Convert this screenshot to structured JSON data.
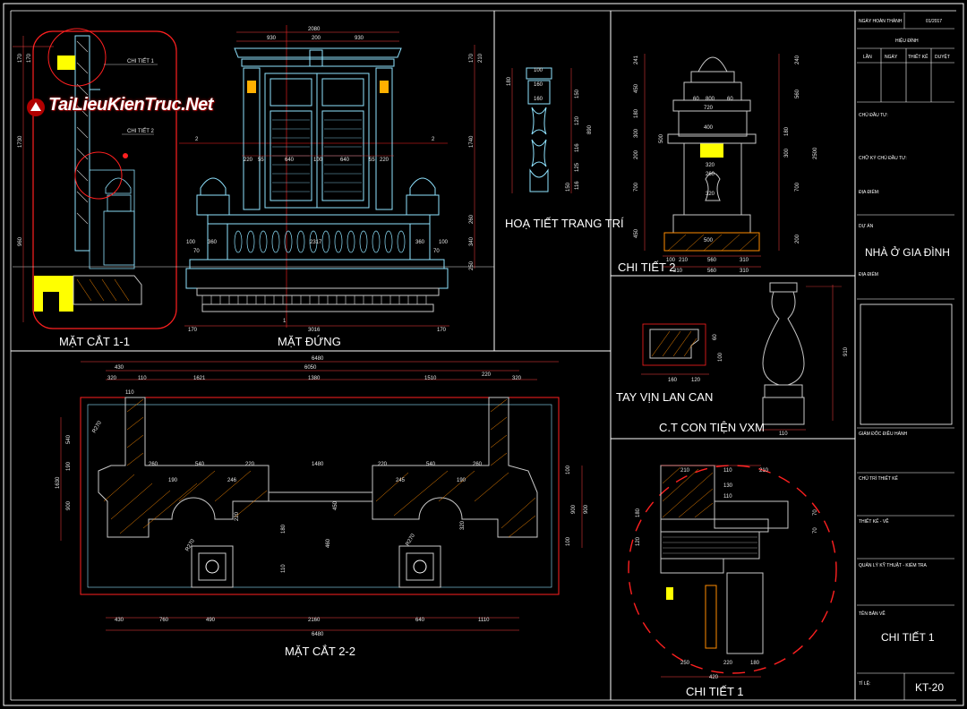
{
  "drawing": {
    "captions": {
      "section_1_1": "MẶT CẮT 1-1",
      "elevation": "MẶT ĐỨNG",
      "ornament": "HOẠ TIẾT TRANG TRÍ",
      "detail_2": "CHI TIẾT 2",
      "handrail": "TAY VỊN LAN CAN",
      "baluster": "C.T CON TIỆN VXM",
      "section_2_2": "MẶT CẮT 2-2",
      "detail_1": "CHI TIẾT 1"
    },
    "callouts": {
      "detail_1": "CHI TIẾT 1",
      "detail_2": "CHI TIẾT 2",
      "axis_a": "2",
      "axis_b": "2",
      "axis_c": "1",
      "axis_d": "1"
    },
    "elevation_dims": {
      "top_total": "2080",
      "top_left": "930",
      "top_mid": "200",
      "top_right": "930",
      "row_a": [
        "220",
        "55",
        "640",
        "100",
        "640",
        "55",
        "220"
      ],
      "right_v": [
        "170",
        "210",
        "1740",
        "260",
        "340",
        "250"
      ],
      "left_v": [
        "100",
        "360",
        "70",
        "360",
        "100",
        "70",
        "2317"
      ],
      "bottom_total": "3016",
      "bottom_left": "170",
      "bottom_right": "170",
      "section_v": [
        "170",
        "170",
        "1730",
        "960"
      ]
    },
    "plan_dims": {
      "top_total": "6480",
      "top_sub": "6050",
      "top_right": "220",
      "top_row": [
        "430",
        "320",
        "110",
        "1621",
        "1380",
        "1510",
        "320"
      ],
      "inner_row": [
        "260",
        "540",
        "220",
        "1480",
        "220",
        "540",
        "260"
      ],
      "inner_row2": [
        "190",
        "246",
        "245",
        "190"
      ],
      "left_v": [
        "540",
        "190",
        "1630",
        "900"
      ],
      "right_v": [
        "100",
        "900",
        "900",
        "100"
      ],
      "radius": [
        "R270",
        "R270",
        "R270"
      ],
      "misc": [
        "110",
        "220",
        "450",
        "180",
        "460",
        "110",
        "320"
      ],
      "bottom_row": [
        "430",
        "760",
        "490",
        "2160",
        "640",
        "1110"
      ],
      "bottom_total": "6480"
    },
    "detail2_dims": {
      "top": [
        "60",
        "800",
        "60",
        "720"
      ],
      "left_v": [
        "241",
        "450",
        "180",
        "300",
        "500",
        "200",
        "700",
        "450"
      ],
      "right_v": [
        "240",
        "560",
        "180",
        "300",
        "2500",
        "700",
        "200"
      ],
      "inner": [
        "400",
        "320",
        "260",
        "320",
        "500"
      ],
      "bottom_a": [
        "100",
        "210",
        "560",
        "310"
      ],
      "bottom_b": [
        "310",
        "560",
        "310"
      ]
    },
    "ornament_dims": [
      "100",
      "160",
      "160",
      "180",
      "150",
      "120",
      "116",
      "125",
      "116",
      "150",
      "890"
    ],
    "handrail_dims": [
      "160",
      "120",
      "60",
      "100"
    ],
    "baluster_dims": [
      "910",
      "110"
    ],
    "detail1_dims": [
      "210",
      "110",
      "210",
      "130",
      "110",
      "70",
      "70",
      "180",
      "120",
      "250",
      "220",
      "180",
      "420"
    ]
  },
  "title_block": {
    "date_label": "NGÀY HOÀN THÀNH",
    "date_value": "01/2017",
    "revision_title": "HIỆU ĐÍNH",
    "rev_cols": [
      "LẦN",
      "NGÀY",
      "THIẾT KẾ",
      "DUYỆT"
    ],
    "investor_label": "CHỦ ĐẦU TƯ:",
    "investor_sign": "CHỮ KÝ CHỦ ĐẦU TƯ:",
    "location_label": "ĐỊA ĐIỂM:",
    "project_label": "DỰ ÁN",
    "project_name": "NHÀ Ở GIA ĐÌNH",
    "project_location_label": "ĐỊA ĐIỂM",
    "director_label": "GIÁM ĐỐC ĐIỀU HÀNH",
    "chief_designer_label": "CHỦ TRÌ THIẾT KẾ",
    "designer_label": "THIẾT KẾ - VẼ",
    "qa_label": "QUẢN LÝ KỸ THUẬT - KIỂM TRA",
    "sheet_title_label": "TÊN BẢN VẼ",
    "sheet_title": "CHI TIẾT 1",
    "scale_label": "TỈ LỆ:",
    "sheet_number": "KT-20"
  },
  "watermark": {
    "text": "TaiLieuKienTruc.Net"
  },
  "colors": {
    "background": "#000000",
    "frame": "#ffffff",
    "dimension": "#ff2a2a",
    "hatch": "#ff8c00",
    "highlight": "#ffff00",
    "detail": "#8fe3ff",
    "section": "#c8c8c8"
  }
}
